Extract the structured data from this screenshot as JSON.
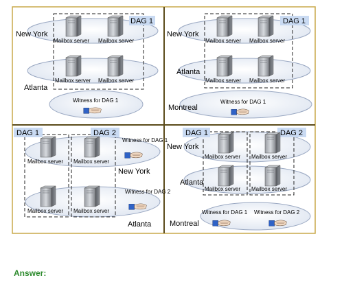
{
  "panels": [
    {
      "dag_labels": [
        "DAG 1"
      ],
      "sites": [
        "New York",
        "Atlanta"
      ],
      "servers": [
        "Mailbox server",
        "Mailbox server",
        "Mailbox server",
        "Mailbox server"
      ],
      "witnesses": [
        "Witness for DAG 1"
      ]
    },
    {
      "dag_labels": [
        "DAG 1"
      ],
      "sites": [
        "New York",
        "Atlanta",
        "Montreal"
      ],
      "servers": [
        "Mailbox server",
        "Mailbox server",
        "Mailbox server",
        "Mailbox server"
      ],
      "witnesses": [
        "Witness for DAG 1"
      ]
    },
    {
      "dag_labels": [
        "DAG 1",
        "DAG 2"
      ],
      "sites": [
        "New York",
        "Atlanta"
      ],
      "servers": [
        "Mailbox server",
        "Mailbox server",
        "Mailbox server",
        "Mailbox server"
      ],
      "witnesses": [
        "Witness for DAG 1",
        "Witness for DAG 2"
      ]
    },
    {
      "dag_labels": [
        "DAG 1",
        "DAG 2"
      ],
      "sites": [
        "New York",
        "Atlanta",
        "Montreal"
      ],
      "servers": [
        "Mailbox server",
        "Mailbox server",
        "Mailbox server",
        "Mailbox server"
      ],
      "witnesses": [
        "Witness for DAG 1",
        "Witness for DAG 2"
      ]
    }
  ],
  "answer_label": "Answer:",
  "colors": {
    "frame": "#c8a84a",
    "ellipse_fill": "#e7ecf4",
    "ellipse_stroke": "#9aa8c2",
    "dag_label_bg": "#c9daf2",
    "answer": "#2e8b2e"
  }
}
